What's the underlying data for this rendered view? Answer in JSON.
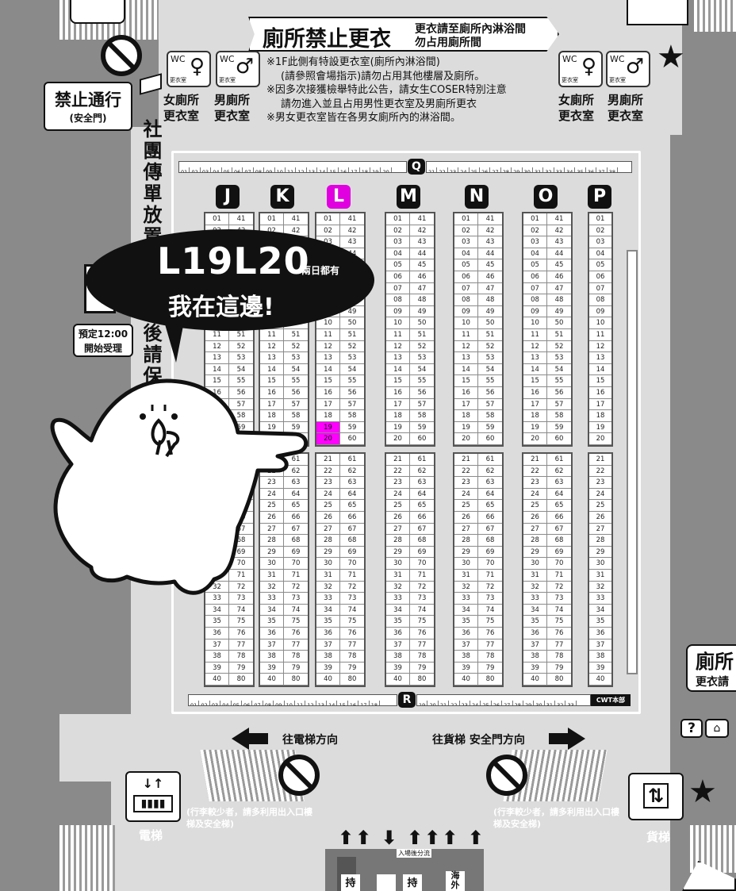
{
  "top_banner": {
    "main": "廁所禁止更衣",
    "sub1": "更衣請至廁所內淋浴間",
    "sub2": "勿占用廁所間"
  },
  "notes": [
    "※1F此側有特設更衣室(廁所內淋浴間)",
    "(請參照會場指示)請勿占用其他樓層及廁所。",
    "※因多次接獲檢舉特此公告，請女生COSER特別注意",
    "請勿進入並且占用男性更衣室及男廁所更衣",
    "※男女更衣室皆在各男女廁所內的淋浴間。"
  ],
  "wc_left": {
    "female": {
      "icon": "WC",
      "tag": "更衣室",
      "label1": "女廁所",
      "label2": "更衣室"
    },
    "male": {
      "icon": "WC",
      "tag": "更衣室",
      "label1": "男廁所",
      "label2": "更衣室"
    }
  },
  "wc_right": {
    "female": {
      "icon": "WC",
      "tag": "更衣室",
      "label1": "女廁所",
      "label2": "更衣室"
    },
    "male": {
      "icon": "WC",
      "tag": "更衣室",
      "label1": "男廁所",
      "label2": "更衣室"
    }
  },
  "no_entry": {
    "label": "禁止通行",
    "sub": "(安全門)"
  },
  "vertical_left": "社團傳單放置",
  "vertical_left2": "隨後請保",
  "reception": {
    "line1": "預定12:00",
    "line2": "開始受理"
  },
  "speech": {
    "main": "L19L20",
    "small": "兩日都有",
    "line2": "我在這邊!"
  },
  "row_labels": {
    "top": "Q",
    "bottom": "R"
  },
  "cwt_label": "CWT本部",
  "columns": [
    "J",
    "K",
    "L",
    "M",
    "N",
    "O",
    "P"
  ],
  "highlight_column": "L",
  "highlight_booths": [
    "19",
    "20"
  ],
  "directions": {
    "left": "往電梯方向",
    "right": "往貨梯 安全門方向"
  },
  "elevator": {
    "label": "電梯",
    "note": "(行李較少者，請多利用出入口樓梯及安全梯)"
  },
  "freight": {
    "label": "貨梯",
    "note": "(行李較少者，請多利用出入口樓梯及安全梯)"
  },
  "right_edge": {
    "line1": "廁所",
    "line2": "更衣請"
  },
  "entry_flow": "入場後分流",
  "bottom_tags": [
    "持",
    "持",
    "海",
    "外"
  ]
}
